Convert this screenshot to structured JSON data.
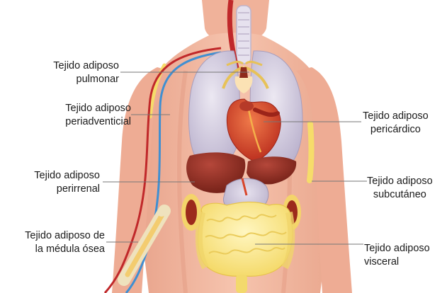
{
  "labels": {
    "pulmonar": {
      "line1": "Tejido adiposo",
      "line2": "pulmonar"
    },
    "periadventicial": {
      "line1": "Tejido adiposo",
      "line2": "periadventicial"
    },
    "perirrenal": {
      "line1": "Tejido adiposo",
      "line2": "perirrenal"
    },
    "medula": {
      "line1": "Tejido adiposo de",
      "line2": "la médula ósea"
    },
    "pericardico": {
      "line1": "Tejido adiposo",
      "line2": "pericárdico"
    },
    "subcutaneo": {
      "line1": "Tejido adiposo",
      "line2": "subcutáneo"
    },
    "visceral": {
      "line1": "Tejido adiposo",
      "line2": "visceral"
    }
  },
  "colors": {
    "skin": "#f2b49c",
    "skin_shadow": "#e59e86",
    "lung": "#d9d3e4",
    "heart": "#d8452a",
    "liver": "#8e2a1c",
    "fat": "#f7e37a",
    "artery": "#c0282a",
    "vein": "#3f8fd2"
  }
}
